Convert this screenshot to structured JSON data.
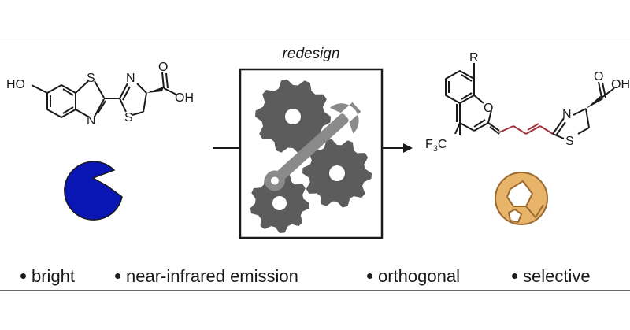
{
  "process": {
    "label": "redesign"
  },
  "left_molecule": {
    "labels": {
      "ho": "HO",
      "s1": "S",
      "n1": "N",
      "n2": "N",
      "s2": "S",
      "oh": "OH",
      "o": "O"
    }
  },
  "right_molecule": {
    "labels": {
      "r": "R",
      "o_ring": "O",
      "f3c": "F",
      "f3c_sub": "3",
      "f3c_c": "C",
      "n": "N",
      "s": "S",
      "oh": "OH",
      "o": "O"
    }
  },
  "bullets": [
    {
      "text": "bright"
    },
    {
      "text": "near-infrared emission"
    },
    {
      "text": "orthogonal"
    },
    {
      "text": "selective"
    }
  ],
  "colors": {
    "pacman_fill": "#0a16b4",
    "cookie_fill": "#e8b46a",
    "gear_fill": "#5c5c5c",
    "wrench_fill": "#8a8a8a",
    "polyene_accent": "#a0303a"
  }
}
